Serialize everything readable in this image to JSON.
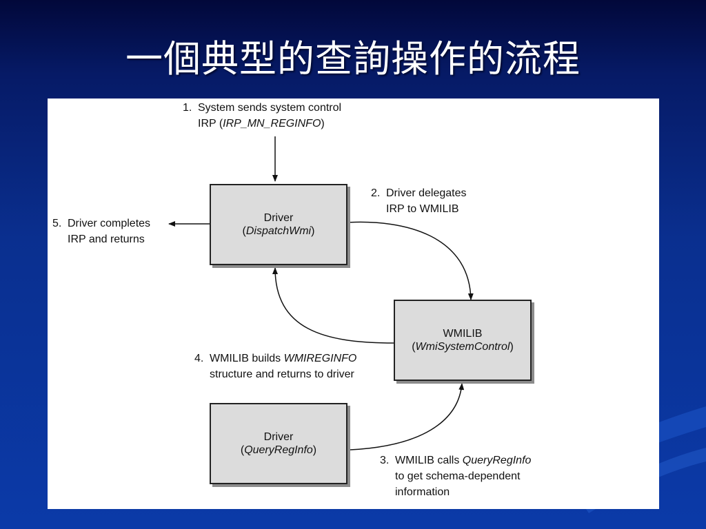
{
  "slide": {
    "title": "一個典型的查詢操作的流程"
  },
  "boxes": {
    "driver_dispatch": {
      "name": "Driver",
      "open": "(",
      "func": "DispatchWmi",
      "close": ")"
    },
    "wmilib": {
      "name": "WMILIB",
      "open": "(",
      "func": "WmiSystemControl",
      "close": ")"
    },
    "driver_query": {
      "name": "Driver",
      "open": "(",
      "func": "QueryRegInfo",
      "close": ")"
    }
  },
  "steps": {
    "s1": {
      "num": "1.",
      "line1": "System sends system control",
      "line2_a": "IRP (",
      "line2_it": "IRP_MN_REGINFO",
      "line2_b": ")"
    },
    "s2": {
      "num": "2.",
      "line1": "Driver delegates",
      "line2": "IRP to WMILIB"
    },
    "s3": {
      "num": "3.",
      "line1_a": "WMILIB calls ",
      "line1_it": "QueryRegInfo",
      "line2": "to get schema-dependent",
      "line3": "information"
    },
    "s4": {
      "num": "4.",
      "line1_a": "WMILIB builds ",
      "line1_it": "WMIREGINFO",
      "line2": "structure and returns to driver"
    },
    "s5": {
      "num": "5.",
      "line1": "Driver completes",
      "line2": "IRP and returns"
    }
  },
  "colors": {
    "background": "#0b3aa8",
    "panel": "#ffffff",
    "box_fill": "#dcdcdc",
    "title": "#ffffff"
  }
}
